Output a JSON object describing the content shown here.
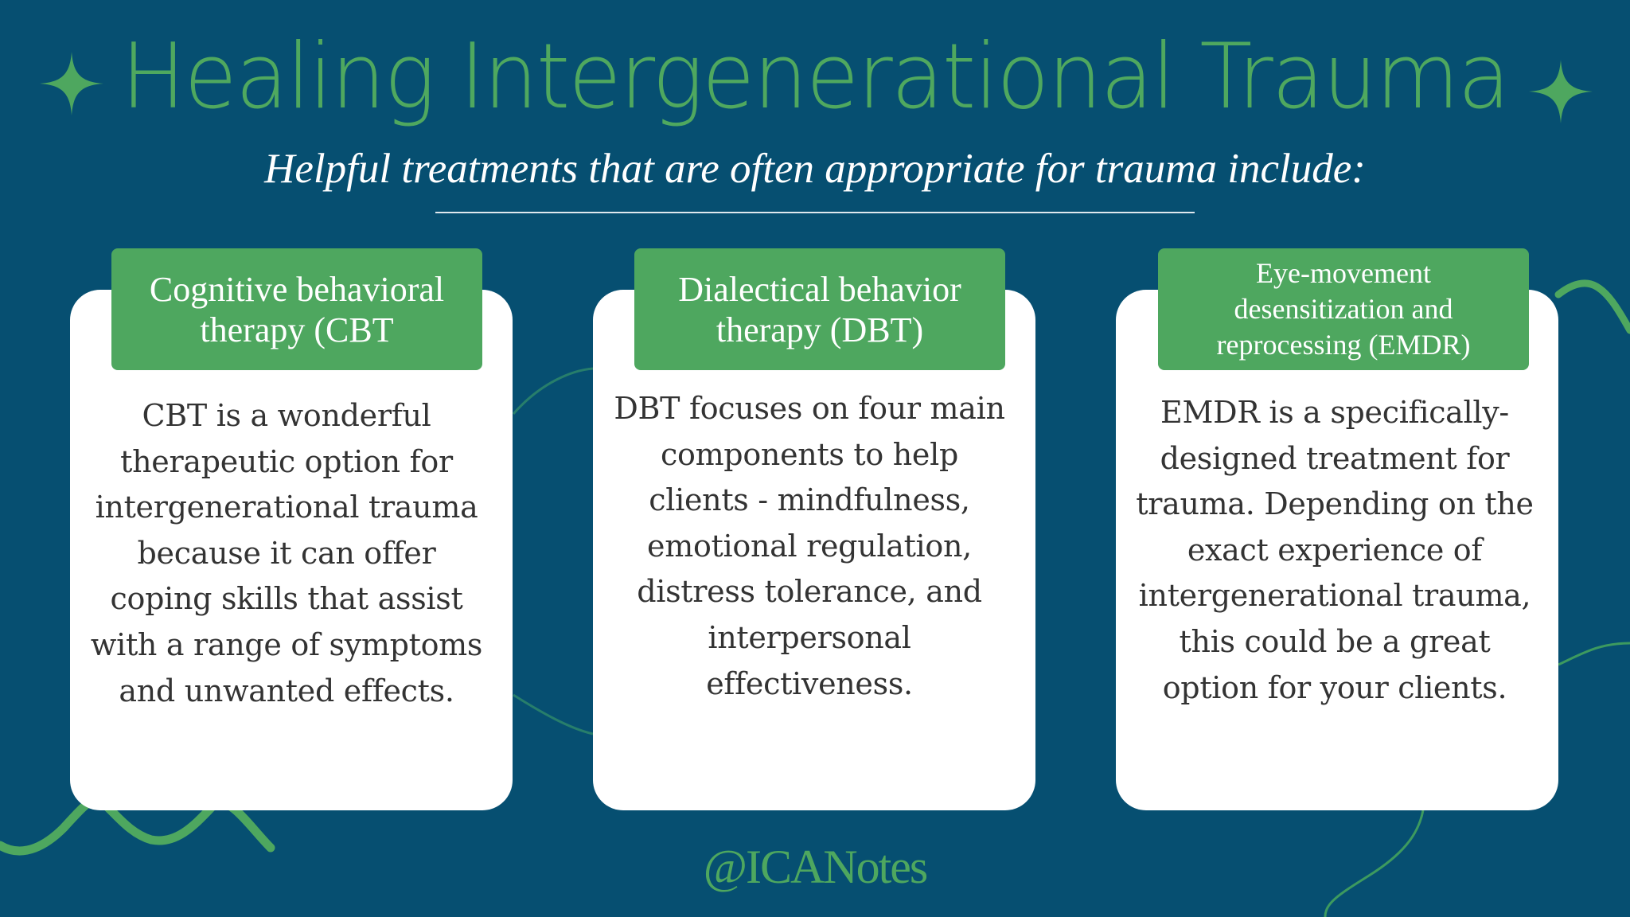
{
  "header": {
    "title": "Healing Intergenerational Trauma",
    "subtitle": "Helpful treatments that are often appropriate for trauma include:"
  },
  "cards": [
    {
      "title": "Cognitive behavioral therapy (CBT",
      "body": "CBT is a wonderful therapeutic option for intergenerational trauma because it can offer coping skills that assist with a range of symptoms and unwanted effects."
    },
    {
      "title": "Dialectical behavior therapy (DBT)",
      "body": "DBT focuses on four main components to help clients - mindfulness, emotional regulation, distress tolerance, and interpersonal effectiveness."
    },
    {
      "title": "Eye-movement desensitization and reprocessing (EMDR)",
      "body": "EMDR is a specifically-designed treatment for trauma. Depending on the exact experience of intergenerational trauma, this could be a great option for your clients."
    }
  ],
  "footer": {
    "handle": "@ICANotes"
  },
  "icons": {
    "left_sparkle": "four-point-star",
    "right_sparkle": "four-point-star"
  },
  "colors": {
    "background": "#064f71",
    "accent_green": "#4ea75f",
    "card_background": "#ffffff",
    "body_text": "#333333",
    "subtitle_text": "#ffffff"
  }
}
